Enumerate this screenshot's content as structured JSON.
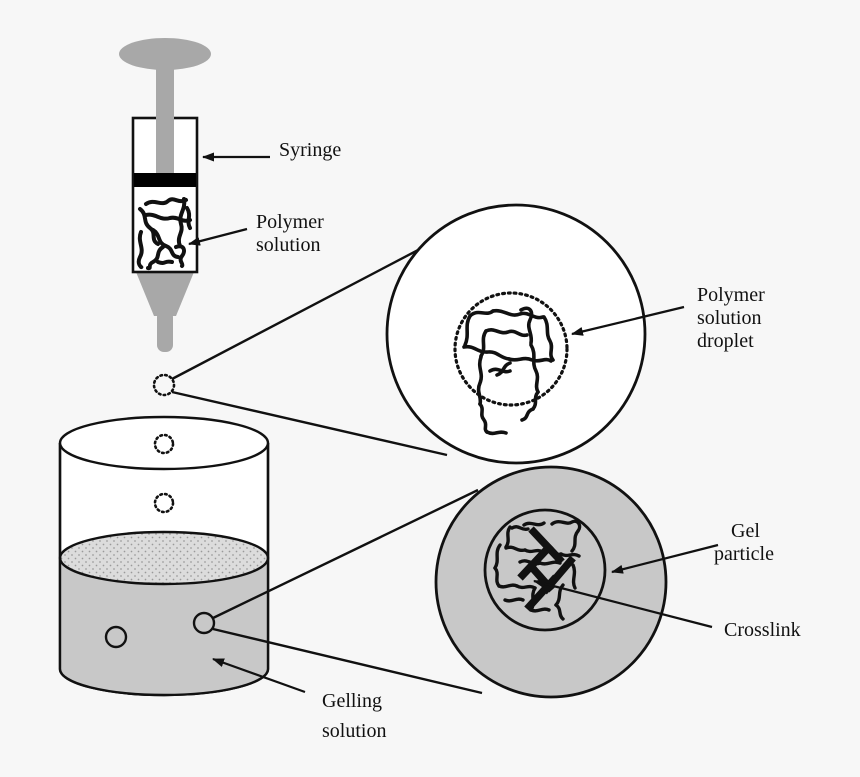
{
  "figure": {
    "title": "Gel particle formation by dropwise extrusion of polymer solution into a gelling bath",
    "background_color": "#f7f7f7",
    "stroke_color": "#111111",
    "gray_fill": "#c8c8c8",
    "plunger_gray": "#a8a8a8",
    "liquid_surface_gray": "#d8d8d8",
    "seal_color": "#000000",
    "white_fill": "#ffffff"
  },
  "labels": {
    "syringe": "Syringe",
    "polymer_solution_line1": "Polymer",
    "polymer_solution_line2": "solution",
    "droplet_line1": "Polymer",
    "droplet_line2": "solution",
    "droplet_line3": "droplet",
    "gel_particle_line1": "Gel",
    "gel_particle_line2": "particle",
    "crosslink": "Crosslink",
    "gelling_line1": "Gelling",
    "gelling_line2": "solution"
  },
  "parts": {
    "syringe": {
      "name": "syringe",
      "plunger_cap": "ellipse-handle",
      "plunger_rod": "vertical-rod",
      "barrel": "rectangle-barrel",
      "seal": "black-band",
      "chamber_contents": "polymer-chains",
      "nozzle": "tapered-funnel",
      "needle": "needle-tip"
    },
    "beaker": {
      "name": "beaker",
      "shape": "cylinder",
      "rim": "top-ellipse",
      "liquid_surface": "stippled-ellipse",
      "liquid_body": "gray-fill",
      "suspended_particles": 2,
      "falling_droplets": 2
    },
    "droplet_magnifier": {
      "name": "polymer-solution-droplet-magnified",
      "outer_circle_style": "solid",
      "inner_circle_style": "dotted",
      "contents": "free-polymer-chains"
    },
    "gel_magnifier": {
      "name": "gel-particle-magnified",
      "outer_circle_style": "solid-gray-filled",
      "inner_circle_style": "solid",
      "contents": "crosslinked-polymer-network",
      "crosslink_count": 4
    }
  },
  "callouts": [
    {
      "id": "syringe",
      "target": "syringe-barrel"
    },
    {
      "id": "polymer-solution",
      "target": "syringe-chamber"
    },
    {
      "id": "polymer-solution-droplet",
      "target": "droplet-magnifier-inner"
    },
    {
      "id": "gel-particle",
      "target": "gel-magnifier-inner"
    },
    {
      "id": "crosslink",
      "target": "crosslink-bar"
    },
    {
      "id": "gelling-solution",
      "target": "beaker-liquid"
    }
  ]
}
